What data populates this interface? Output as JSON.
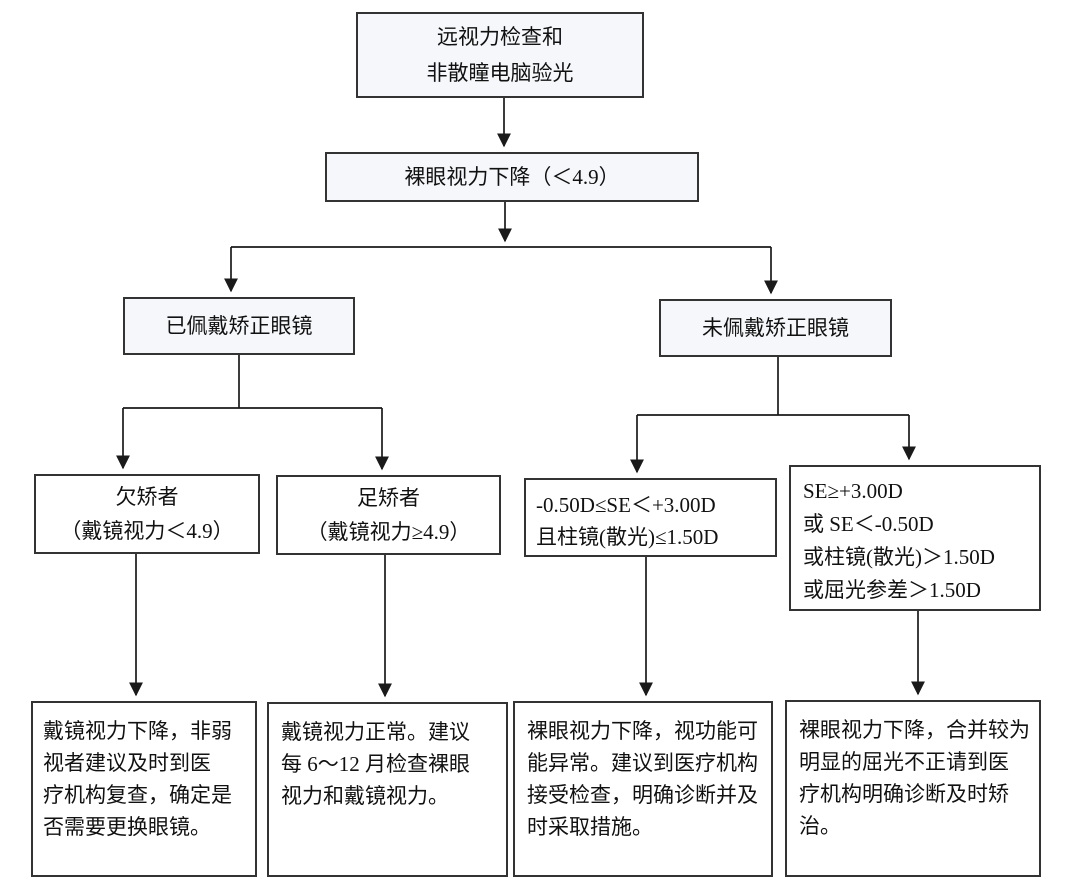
{
  "colors": {
    "background": "#ffffff",
    "box_border": "#333333",
    "tinted_box_fill": "#f5f7fa",
    "white_box_fill": "#ffffff",
    "connector_line": "#1a1a1a",
    "text": "#111111"
  },
  "nodes": {
    "exam": {
      "lines": [
        "远视力检查和",
        "非散瞳电脑验光"
      ]
    },
    "vision_drop": {
      "lines": [
        "裸眼视力下降（＜4.9）"
      ]
    },
    "with_glasses": {
      "lines": [
        "已佩戴矫正眼镜"
      ]
    },
    "without_glasses": {
      "lines": [
        "未佩戴矫正眼镜"
      ]
    },
    "undercorrected": {
      "lines": [
        "欠矫者",
        "（戴镜视力＜4.9）"
      ]
    },
    "fully_corrected": {
      "lines": [
        "足矫者",
        "（戴镜视力≥4.9）"
      ]
    },
    "refraction_normal": {
      "lines": [
        "-0.50D≤SE＜+3.00D",
        "且柱镜(散光)≤1.50D"
      ]
    },
    "refraction_abnormal": {
      "lines": [
        "SE≥+3.00D",
        "或 SE＜-0.50D",
        "或柱镜(散光)＞1.50D",
        "或屈光参差＞1.50D"
      ]
    },
    "advice_undercorrected": {
      "lines": [
        "戴镜视力下降，非弱",
        "视者建议及时到医",
        "疗机构复查，确定是",
        "否需要更换眼镜。"
      ]
    },
    "advice_fully_corrected": {
      "lines": [
        "戴镜视力正常。建议",
        "每 6～12 月检查裸眼",
        "视力和戴镜视力。"
      ]
    },
    "advice_refraction_normal": {
      "lines": [
        "裸眼视力下降，视功能可",
        "能异常。建议到医疗机构",
        "接受检查，明确诊断并及",
        "时采取措施。"
      ]
    },
    "advice_refraction_abnormal": {
      "lines": [
        "裸眼视力下降，合并较为",
        "明显的屈光不正请到医",
        "疗机构明确诊断及时矫",
        "治。"
      ]
    }
  }
}
